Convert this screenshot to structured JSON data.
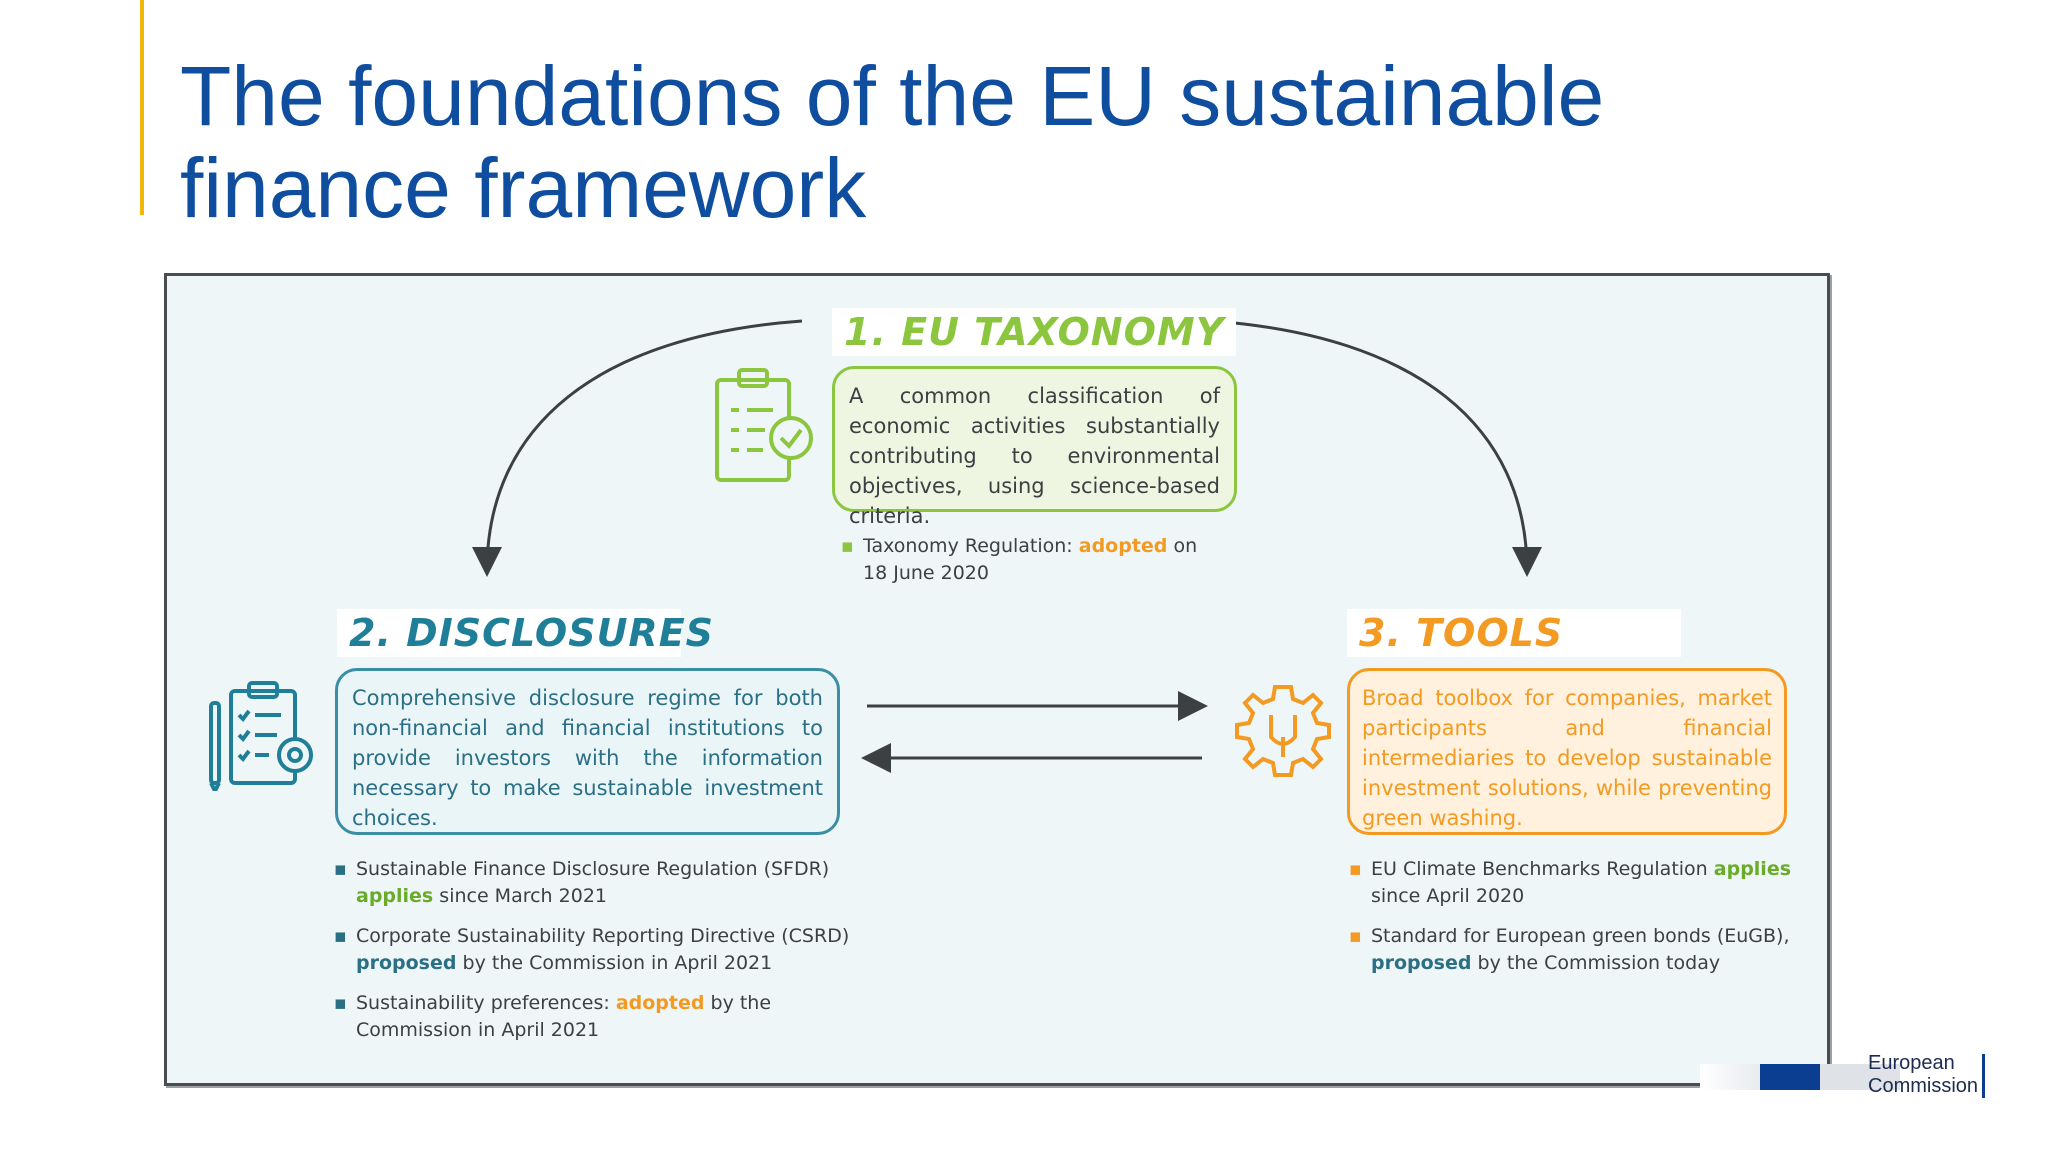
{
  "slide": {
    "title_line1": "The foundations of the EU sustainable",
    "title_line2": "finance framework"
  },
  "diagram": {
    "taxonomy": {
      "heading": "1. EU TAXONOMY",
      "description": "A common classification of economic activities substantially contributing to environmental objectives, using science-based criteria.",
      "icon": "clipboard-check-icon",
      "bullets": [
        {
          "before": "Taxonomy Regulation: ",
          "highlight": "adopted",
          "after": " on 18 June 2020"
        }
      ]
    },
    "disclosures": {
      "heading": "2. DISCLOSURES",
      "description": "Comprehensive disclosure regime for both non-financial and financial institutions to provide investors with the information necessary to make sustainable investment choices.",
      "icon": "checklist-gear-icon",
      "bullets": [
        {
          "before": "Sustainable Finance Disclosure Regulation (SFDR) ",
          "highlight": "applies",
          "after": " since March 2021"
        },
        {
          "before": "Corporate Sustainability Reporting Directive (CSRD) ",
          "highlight": "proposed",
          "after": " by the Commission in April 2021"
        },
        {
          "before": "Sustainability preferences: ",
          "highlight": "adopted",
          "after": " by the Commission in April 2021"
        }
      ]
    },
    "tools": {
      "heading": "3. TOOLS",
      "description": "Broad toolbox for companies, market participants and financial intermediaries to develop sustainable investment solutions, while preventing green washing.",
      "icon": "wrench-gear-icon",
      "bullets": [
        {
          "before": "EU Climate Benchmarks Regulation ",
          "highlight": "applies",
          "after": " since April 2020"
        },
        {
          "before": "Standard for European green bonds (EuGB), ",
          "highlight": "proposed",
          "after": " by the Commission today"
        }
      ]
    },
    "colors": {
      "taxonomy": "#8cc63f",
      "disclosures": "#1f7f98",
      "tools": "#f39a22",
      "title": "#0f4d9f"
    }
  },
  "footer": {
    "logo_line1": "European",
    "logo_line2": "Commission"
  }
}
